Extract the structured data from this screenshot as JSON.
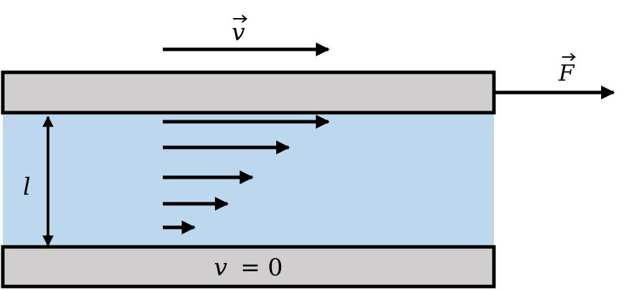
{
  "diagram": {
    "labels": {
      "velocity_symbol": "v",
      "force_symbol": "F",
      "gap_symbol": "l",
      "bottom_plate_v": "v",
      "bottom_plate_eq": "= 0"
    },
    "velocity_profile_relative_lengths": [
      1.0,
      0.76,
      0.54,
      0.39,
      0.19
    ],
    "colors": {
      "plate_fill": "#d0cece",
      "plate_stroke": "#000000",
      "fluid_fill": "#bdd7ee",
      "arrow": "#000000",
      "text": "#000000"
    },
    "icons": {
      "vector_marker": "right-arrow-accent",
      "velocity_arrow": "right-arrow",
      "force_arrow": "right-arrow",
      "gap_dimension": "double-headed-vertical-arrow"
    }
  }
}
